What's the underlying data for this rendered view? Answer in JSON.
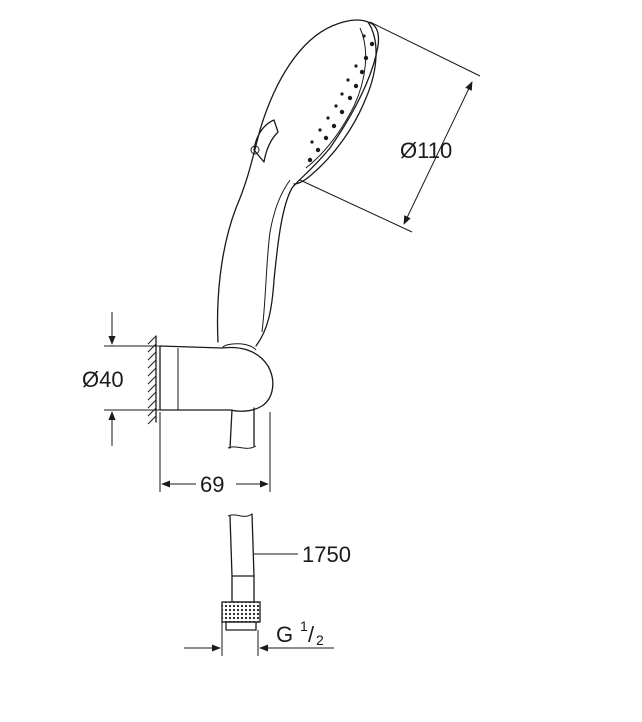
{
  "dimensions": {
    "head_diameter": "Ø110",
    "holder_diameter": "Ø40",
    "holder_depth": "69",
    "hose_length": "1750",
    "thread_prefix": "G",
    "thread_numerator": "1",
    "thread_slash": "/",
    "thread_denominator": "2"
  },
  "colors": {
    "line": "#1a1a1a",
    "background": "#ffffff"
  }
}
